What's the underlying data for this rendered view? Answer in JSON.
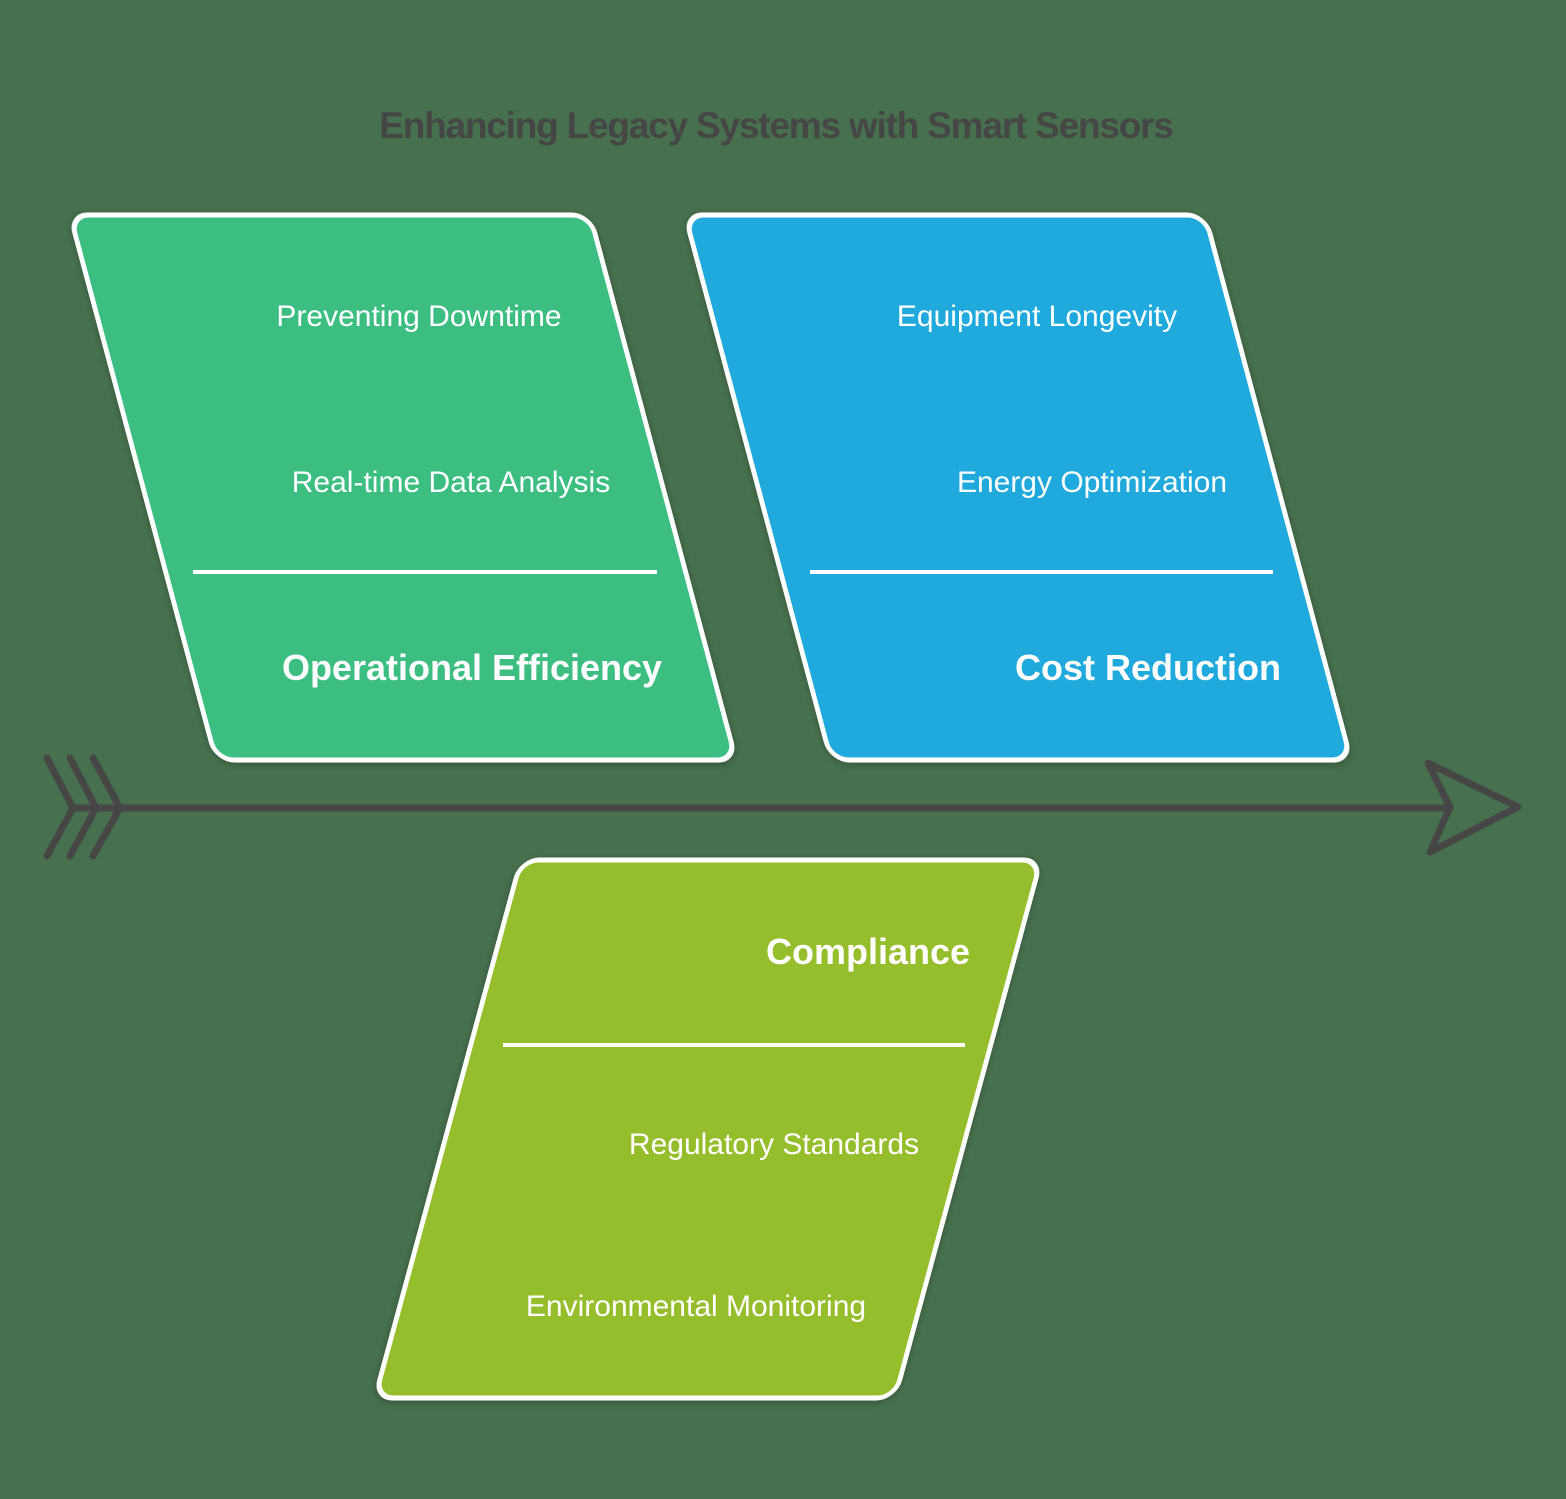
{
  "page": {
    "title": "Enhancing Legacy Systems with Smart Sensors"
  },
  "colors": {
    "background": "#47714e",
    "arrow": "#464646",
    "title_text": "#464646",
    "branch_green": "#3cbe82",
    "branch_blue": "#20a9dc",
    "branch_olive": "#96bd2b",
    "text_on_branch": "#ffffff"
  },
  "branches": [
    {
      "id": "operational-efficiency",
      "title": "Operational Efficiency",
      "items": [
        "Preventing Downtime",
        "Real-time Data Analysis"
      ],
      "color": "#3cbe82",
      "side": "above-arrow"
    },
    {
      "id": "cost-reduction",
      "title": "Cost Reduction",
      "items": [
        "Equipment Longevity",
        "Energy Optimization"
      ],
      "color": "#20a9dc",
      "side": "above-arrow"
    },
    {
      "id": "compliance",
      "title": "Compliance",
      "items": [
        "Regulatory Standards",
        "Environmental Monitoring"
      ],
      "color": "#96bd2b",
      "side": "below-arrow"
    }
  ]
}
